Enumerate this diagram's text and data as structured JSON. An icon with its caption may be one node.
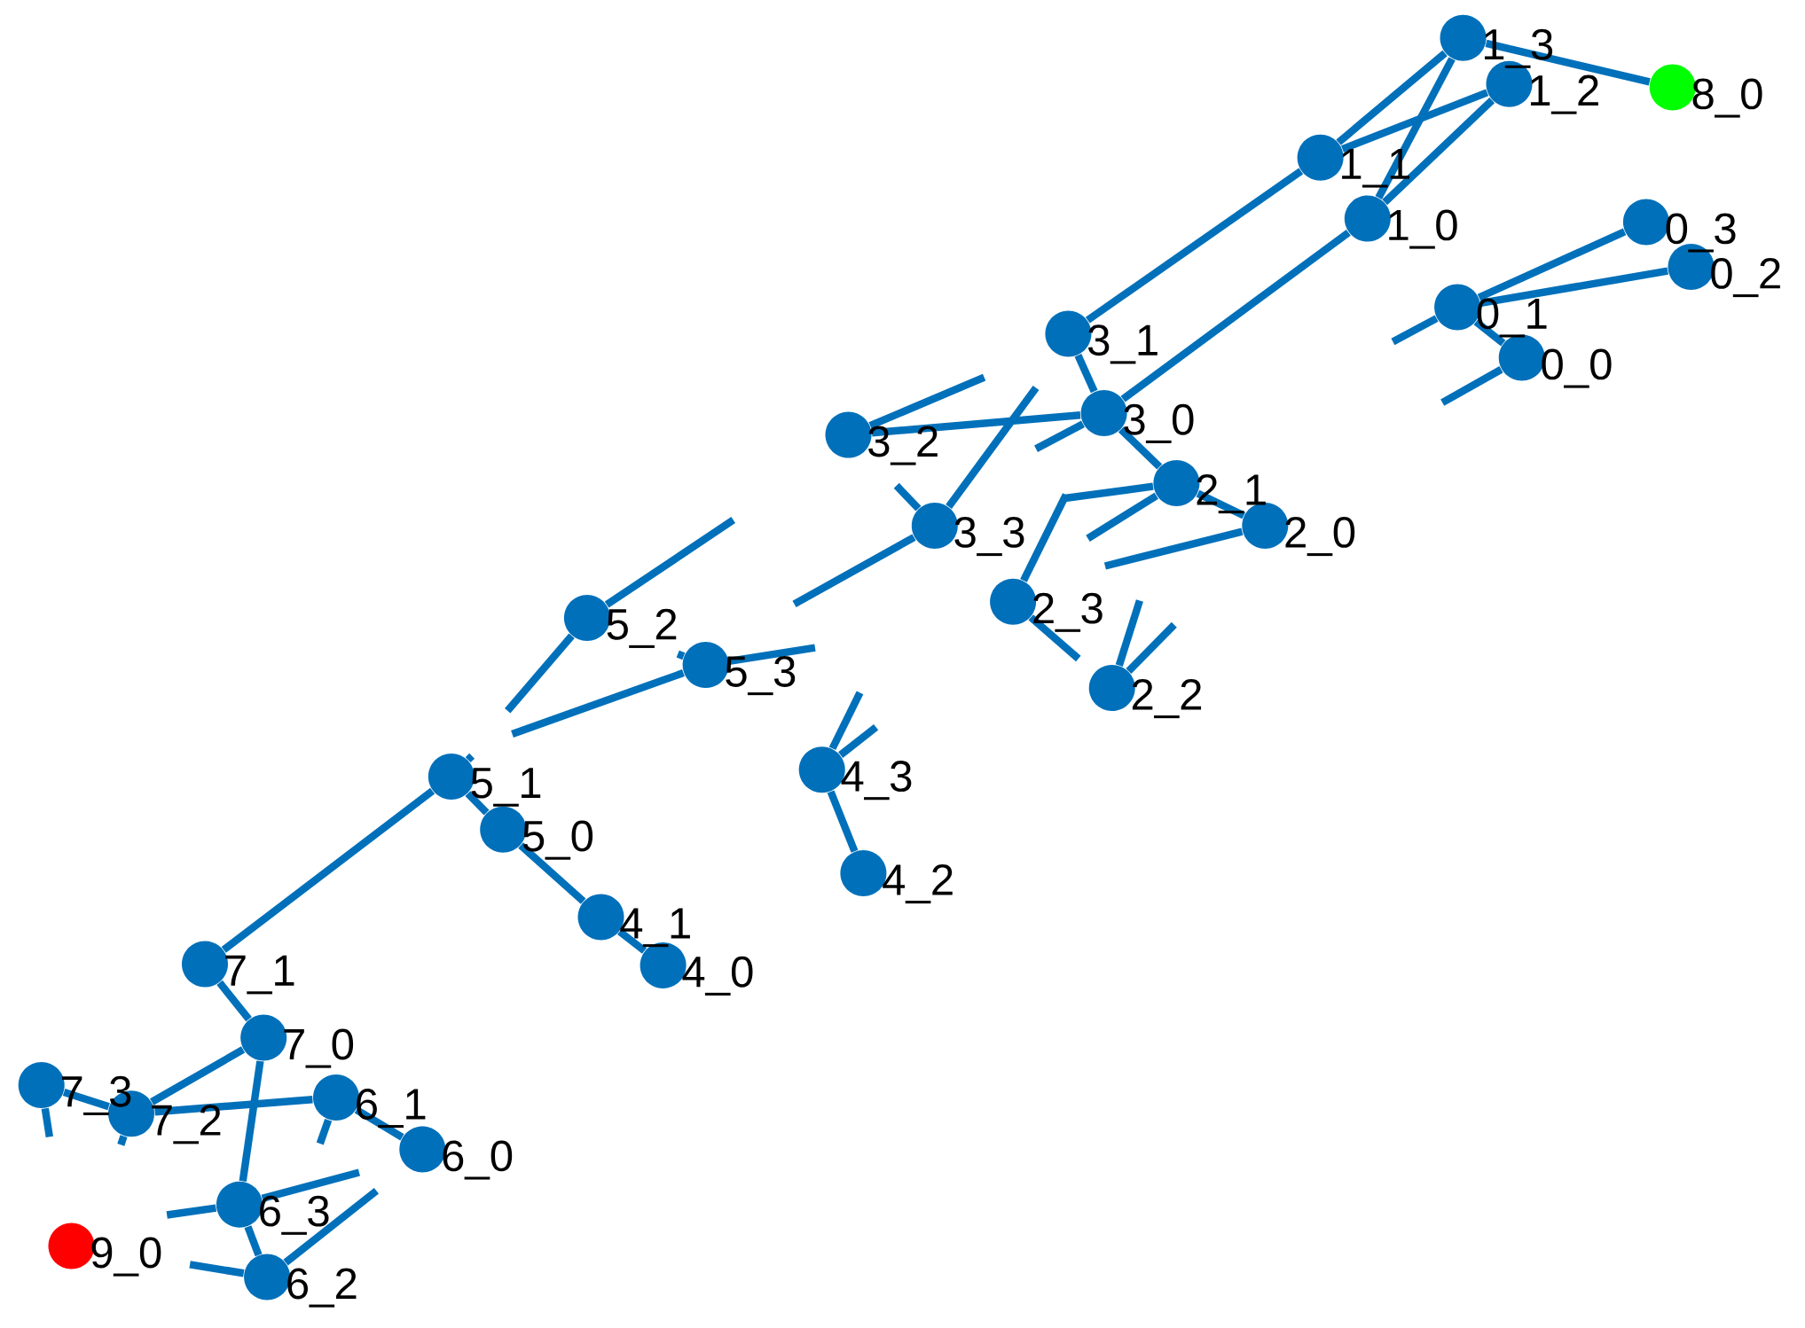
{
  "diagram": {
    "nodes": [
      {
        "text": [],
        "shape": "circle",
        "beside": [
          "0_0"
        ]
      },
      {
        "text": [],
        "shape": "circle",
        "beside": [
          "0_1"
        ]
      },
      {
        "text": [],
        "shape": "circle",
        "beside": [
          "0_2"
        ]
      },
      {
        "text": [],
        "shape": "circle",
        "beside": [
          "0_3"
        ]
      },
      {
        "text": [],
        "shape": "circle",
        "beside": [
          "1_0"
        ]
      },
      {
        "text": [],
        "shape": "circle",
        "beside": [
          "1_1"
        ]
      },
      {
        "text": [],
        "shape": "circle",
        "beside": [
          "1_2"
        ]
      },
      {
        "text": [],
        "shape": "circle",
        "beside": [
          "1_3"
        ]
      },
      {
        "text": [],
        "shape": "circle",
        "beside": [
          "2_0"
        ]
      },
      {
        "text": [],
        "shape": "circle",
        "beside": [
          "2_1"
        ]
      },
      {
        "text": [],
        "shape": "circle",
        "beside": [
          "2_2"
        ]
      },
      {
        "text": [],
        "shape": "circle",
        "beside": [
          "2_3"
        ]
      },
      {
        "text": [],
        "shape": "circle",
        "beside": [
          "3_0"
        ]
      },
      {
        "text": [],
        "shape": "circle",
        "beside": [
          "3_1"
        ]
      },
      {
        "text": [],
        "shape": "circle",
        "beside": [
          "3_2"
        ]
      },
      {
        "text": [],
        "shape": "circle",
        "beside": [
          "3_3"
        ]
      },
      {
        "text": [],
        "shape": "circle",
        "beside": [
          "4_0"
        ]
      },
      {
        "text": [],
        "shape": "circle",
        "beside": [
          "4_1"
        ]
      },
      {
        "text": [],
        "shape": "circle",
        "beside": [
          "4_2"
        ]
      },
      {
        "text": [],
        "shape": "circle",
        "beside": [
          "4_3"
        ]
      },
      {
        "text": [],
        "shape": "circle",
        "beside": [
          "5_0"
        ]
      },
      {
        "text": [],
        "shape": "circle",
        "beside": [
          "5_1"
        ]
      },
      {
        "text": [],
        "shape": "circle",
        "beside": [
          "5_2"
        ]
      },
      {
        "text": [],
        "shape": "circle",
        "beside": [
          "5_3"
        ]
      },
      {
        "text": [],
        "shape": "circle",
        "beside": [
          "6_0"
        ]
      },
      {
        "text": [],
        "shape": "circle",
        "beside": [
          "6_1"
        ]
      },
      {
        "text": [],
        "shape": "circle",
        "beside": [
          "6_2"
        ]
      },
      {
        "text": [],
        "shape": "circle",
        "beside": [
          "6_3"
        ]
      },
      {
        "text": [],
        "shape": "circle",
        "beside": [
          "7_0"
        ]
      },
      {
        "text": [],
        "shape": "circle",
        "beside": [
          "7_1"
        ]
      },
      {
        "text": [],
        "shape": "circle",
        "beside": [
          "7_2"
        ]
      },
      {
        "text": [],
        "shape": "circle",
        "beside": [
          "7_3"
        ]
      },
      {
        "text": [],
        "shape": "circle",
        "beside": [
          "8_0"
        ]
      },
      {
        "text": [],
        "shape": "circle",
        "beside": [
          "9_0"
        ]
      }
    ],
    "edges": [
      {
        "from": 7,
        "to": 32,
        "arrow": "none"
      },
      {
        "from": 7,
        "to": 5,
        "arrow": "none"
      },
      {
        "from": 7,
        "to": 4,
        "arrow": "none"
      },
      {
        "from": 6,
        "to": 5,
        "arrow": "none"
      },
      {
        "from": 6,
        "to": 4,
        "arrow": "none"
      },
      {
        "from": 5,
        "to": 13,
        "arrow": "none"
      },
      {
        "from": 4,
        "to": 12,
        "arrow": "none"
      },
      {
        "from": 1,
        "to": 3,
        "arrow": "none"
      },
      {
        "from": 1,
        "to": 2,
        "arrow": "none"
      },
      {
        "from": 1,
        "to": 0,
        "arrow": "none"
      },
      {
        "from": 13,
        "to": 12,
        "arrow": "none"
      },
      {
        "from": 12,
        "to": 9,
        "arrow": "none"
      },
      {
        "from": 9,
        "to": 8,
        "arrow": "none"
      },
      {
        "from": 14,
        "to": 12,
        "arrow": "none"
      },
      {
        "from": 21,
        "to": 20,
        "arrow": "none"
      },
      {
        "from": 20,
        "to": 17,
        "arrow": "none"
      },
      {
        "from": 17,
        "to": 16,
        "arrow": "none"
      },
      {
        "from": 21,
        "to": 29,
        "arrow": "none"
      },
      {
        "from": 29,
        "to": 28,
        "arrow": "none"
      },
      {
        "from": 28,
        "to": 30,
        "arrow": "none"
      },
      {
        "from": 28,
        "to": 27,
        "arrow": "none"
      },
      {
        "from": 30,
        "to": 31,
        "arrow": "none"
      },
      {
        "from": 30,
        "to": 25,
        "arrow": "none"
      },
      {
        "from": 25,
        "to": 24,
        "arrow": "none"
      },
      {
        "from": 27,
        "to": 26,
        "arrow": "none"
      },
      {
        "from": 19,
        "to": 18,
        "arrow": "none"
      },
      {
        "from": 1,
        "to": null,
        "arrow": "none"
      },
      {
        "from": 0,
        "to": null,
        "arrow": "none"
      },
      {
        "from": 14,
        "to": null,
        "arrow": "none"
      },
      {
        "from": 12,
        "to": null,
        "arrow": "none"
      },
      {
        "from": 15,
        "to": null,
        "arrow": "none"
      },
      {
        "from": 15,
        "to": 14,
        "arrow": "none"
      },
      {
        "from": 15,
        "to": null,
        "arrow": "none"
      },
      {
        "from": 9,
        "to": null,
        "arrow": "none"
      },
      {
        "from": 9,
        "to": null,
        "arrow": "none"
      },
      {
        "from": 8,
        "to": null,
        "arrow": "none"
      },
      {
        "from": 11,
        "to": null,
        "arrow": "none"
      },
      {
        "from": 11,
        "to": 10,
        "arrow": "none"
      },
      {
        "from": 10,
        "to": null,
        "arrow": "none"
      },
      {
        "from": 10,
        "to": null,
        "arrow": "none"
      },
      {
        "from": 22,
        "to": null,
        "arrow": "none"
      },
      {
        "from": 22,
        "to": 21,
        "arrow": "none"
      },
      {
        "from": 23,
        "to": null,
        "arrow": "none"
      },
      {
        "from": 23,
        "to": null,
        "arrow": "none"
      },
      {
        "from": 23,
        "to": 22,
        "arrow": "none"
      },
      {
        "from": 19,
        "to": null,
        "arrow": "none"
      },
      {
        "from": 19,
        "to": null,
        "arrow": "none"
      },
      {
        "from": 21,
        "to": null,
        "arrow": "none"
      },
      {
        "from": 27,
        "to": null,
        "arrow": "none"
      },
      {
        "from": 27,
        "to": null,
        "arrow": "none"
      },
      {
        "from": 26,
        "to": null,
        "arrow": "none"
      },
      {
        "from": 26,
        "to": null,
        "arrow": "none"
      },
      {
        "from": 31,
        "to": null,
        "arrow": "none"
      },
      {
        "from": 30,
        "to": null,
        "arrow": "none"
      },
      {
        "from": 25,
        "to": null,
        "arrow": "none"
      }
    ]
  }
}
